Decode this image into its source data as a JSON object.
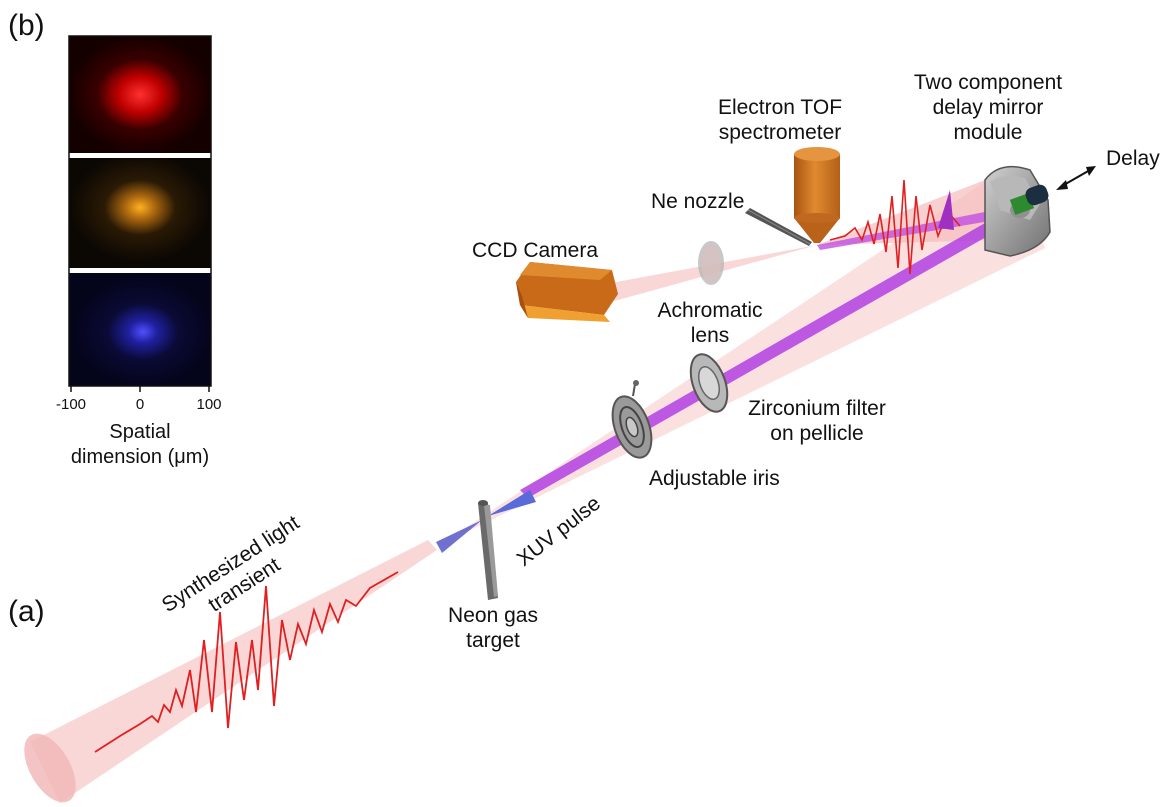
{
  "panel_a": {
    "letter": "(a)",
    "labels": {
      "synth_line1": "Synthesized light",
      "synth_line2": "transient",
      "xuv_pulse": "XUV pulse",
      "neon_line1": "Neon gas",
      "neon_line2": "target",
      "iris": "Adjustable iris",
      "zr_line1": "Zirconium filter",
      "zr_line2": "on pellicle",
      "lens_line1": "Achromatic",
      "lens_line2": "lens",
      "ccd": "CCD Camera",
      "nozzle": "Ne nozzle",
      "tof_line1": "Electron TOF",
      "tof_line2": "spectrometer",
      "mirror_line1": "Two component",
      "mirror_line2": "delay mirror",
      "mirror_line3": "module",
      "delay": "Delay"
    }
  },
  "panel_b": {
    "letter": "(b)",
    "x_ticks": [
      "-100",
      "0",
      "100"
    ],
    "x_label_line1": "Spatial",
    "x_label_line2": "dimension (μm)",
    "spot_colors": [
      "#ff2020",
      "#f0a020",
      "#3a3aff"
    ]
  },
  "colors": {
    "beam": "#f7c6c6",
    "waveform": "#e02020",
    "xuv": "#a020d0",
    "instrument_orange": "#d07a20",
    "grey": "#909090"
  }
}
